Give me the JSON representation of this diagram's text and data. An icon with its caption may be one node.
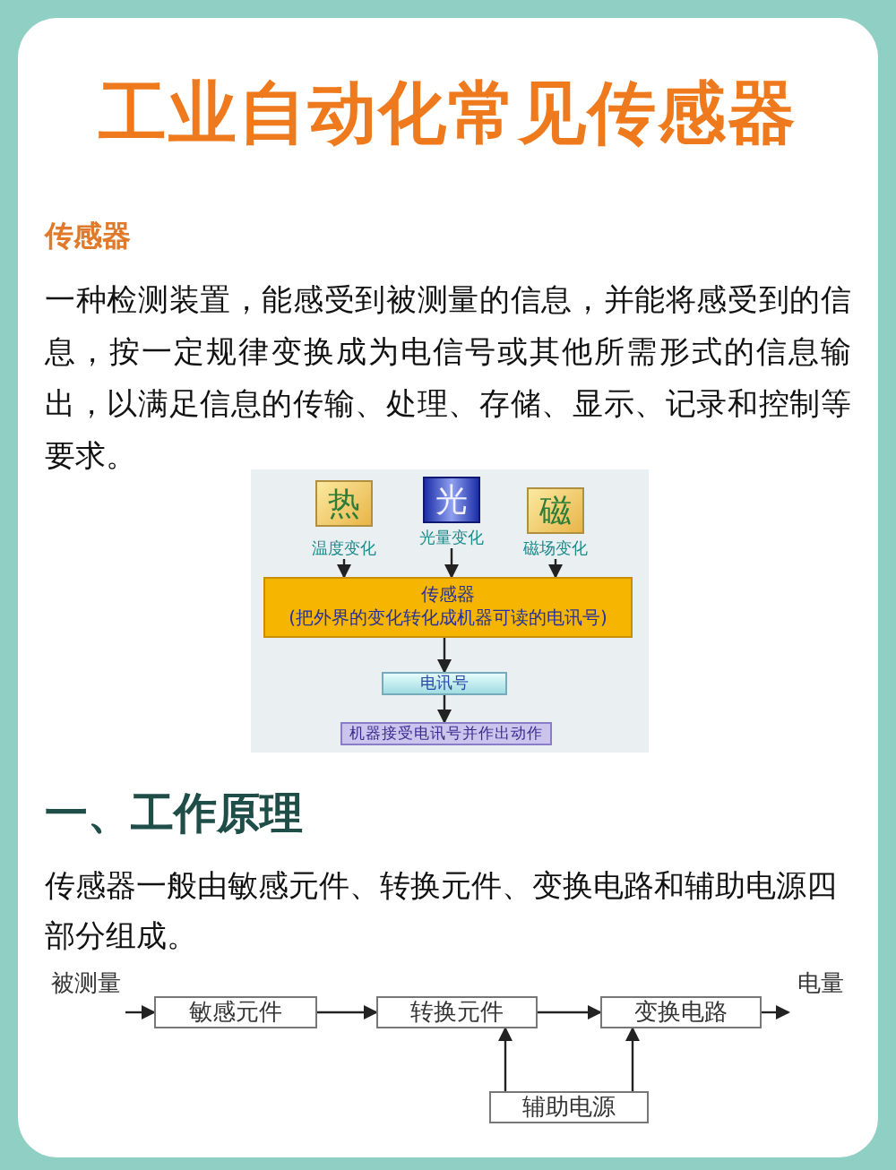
{
  "diagram": {
    "title": "工业自动化常见传感器",
    "nodes": [
      {
        "text": [
          "热",
          "温度变化"
        ]
      },
      {
        "text": [
          "光",
          "光量变化"
        ]
      },
      {
        "text": [
          "磁",
          "磁场变化"
        ]
      },
      {
        "text": [
          "传感器",
          "(把外界的变化转化成机器可读的电讯号)"
        ]
      },
      {
        "text": [
          "电讯号"
        ]
      },
      {
        "text": [
          "机器接受电讯号并作出动作"
        ]
      },
      {
        "text": [
          "被测量"
        ]
      },
      {
        "text": [
          "敏感元件"
        ]
      },
      {
        "text": [
          "转换元件"
        ]
      },
      {
        "text": [
          "变换电路"
        ]
      },
      {
        "text": [
          "电量"
        ]
      },
      {
        "text": [
          "辅助电源"
        ]
      }
    ],
    "edges": [
      {
        "from": 0,
        "to": 3,
        "arrow": "to"
      },
      {
        "from": 1,
        "to": 3,
        "arrow": "to"
      },
      {
        "from": 2,
        "to": 3,
        "arrow": "to"
      },
      {
        "from": 3,
        "to": 4,
        "arrow": "to"
      },
      {
        "from": 4,
        "to": 5,
        "arrow": "to"
      },
      {
        "from": 6,
        "to": 7,
        "arrow": "to"
      },
      {
        "from": 7,
        "to": 8,
        "arrow": "to"
      },
      {
        "from": 8,
        "to": 9,
        "arrow": "to"
      },
      {
        "from": 9,
        "to": 10,
        "arrow": "to"
      },
      {
        "from": 11,
        "to": 8,
        "arrow": "to"
      },
      {
        "from": 11,
        "to": 9,
        "arrow": "to"
      }
    ],
    "labels": [
      "传感器",
      "一种检测装置，能感受到被测量的信息，并能将感受到的信息，按一定规律变换成为电信号或其他所需形式的信息输出，以满足信息的传输、处理、存储、显示、记录和控制等要求。",
      "一、工作原理",
      "传感器一般由敏感元件、转换元件、变换电路和辅助电源四部分组成。"
    ]
  }
}
